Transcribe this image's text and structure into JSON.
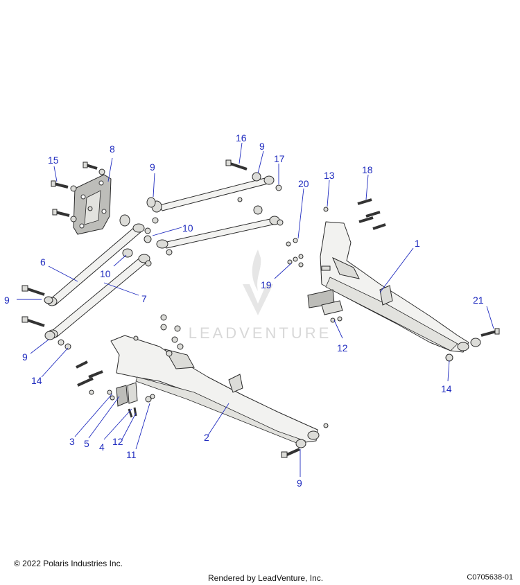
{
  "watermark": {
    "text": "LEADVENTURE"
  },
  "callouts": [
    "1",
    "2",
    "3",
    "4",
    "5",
    "6",
    "7",
    "8",
    "9",
    "10",
    "11",
    "12",
    "13",
    "14",
    "15",
    "16",
    "17",
    "18",
    "19",
    "20",
    "21",
    "9",
    "9",
    "9",
    "9",
    "10",
    "12",
    "14"
  ],
  "footer": {
    "copyright": "© 2022 Polaris Industries Inc.",
    "rendered_by": "Rendered by LeadVenture, Inc.",
    "code": "C0705638-01"
  },
  "colors": {
    "callout": "#1f2bbf",
    "part_fill": "#f2f2f0",
    "outline": "#2a2a2a"
  }
}
